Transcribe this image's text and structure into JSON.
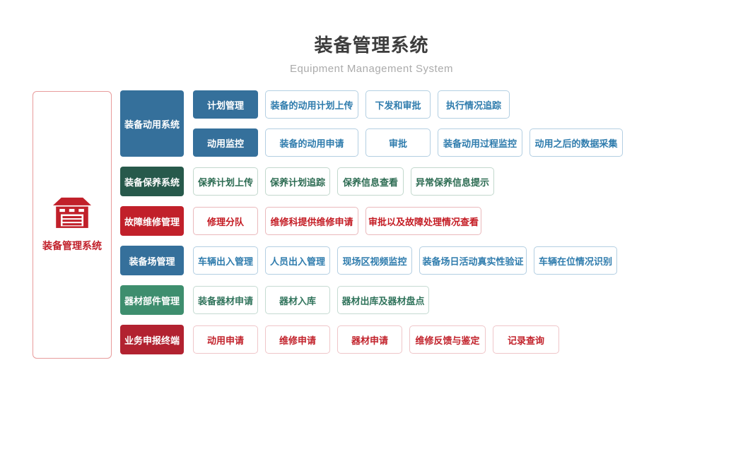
{
  "header": {
    "title": "装备管理系统",
    "subtitle": "Equipment Management System"
  },
  "root": {
    "label": "装备管理系统",
    "icon": "garage-icon"
  },
  "palette": {
    "blue": "#35709b",
    "dark_green": "#27594b",
    "red": "#c1202a",
    "green": "#3e8e6e",
    "crimson": "#b22230",
    "blue_item_text": "#2f7cad",
    "blue_item_border": "#b3cfe2",
    "green_item_text": "#2c6b52",
    "green_item_border": "#c2d8cd",
    "red_item_text": "#c41c24",
    "red_item_border": "#eab9bc",
    "crimson_item_text": "#c2232c",
    "crimson_item_border": "#efc6c9",
    "root_border": "#e89b9b",
    "title_color": "#3d3d3d",
    "subtitle_color": "#ababab"
  },
  "sections": [
    {
      "label": "装备动用系统",
      "color": "#35709b",
      "groups": [
        {
          "label": "计划管理",
          "items": [
            "装备的动用计划上传",
            "下发和审批",
            "执行情况追踪"
          ]
        },
        {
          "label": "动用监控",
          "items": [
            "装备的动用申请",
            "审批",
            "装备动用过程监控",
            "动用之后的数据采集"
          ]
        }
      ]
    },
    {
      "label": "装备保养系统",
      "color": "#27594b",
      "items": [
        "保养计划上传",
        "保养计划追踪",
        "保养信息查看",
        "异常保养信息提示"
      ]
    },
    {
      "label": "故障维修管理",
      "color": "#c1202a",
      "items": [
        "修理分队",
        "维修科提供维修申请",
        "审批以及故障处理情况查看"
      ]
    },
    {
      "label": "装备场管理",
      "color": "#35709b",
      "items": [
        "车辆出入管理",
        "人员出入管理",
        "现场区视频监控",
        "装备场日活动真实性验证",
        "车辆在位情况识别"
      ]
    },
    {
      "label": "器材部件管理",
      "color": "#3e8e6e",
      "items": [
        "装备器材申请",
        "器材入库",
        "器材出库及器材盘点"
      ]
    },
    {
      "label": "业务申报终端",
      "color": "#b22230",
      "items": [
        "动用申请",
        "维修申请",
        "器材申请",
        "维修反馈与鉴定",
        "记录查询"
      ]
    }
  ]
}
